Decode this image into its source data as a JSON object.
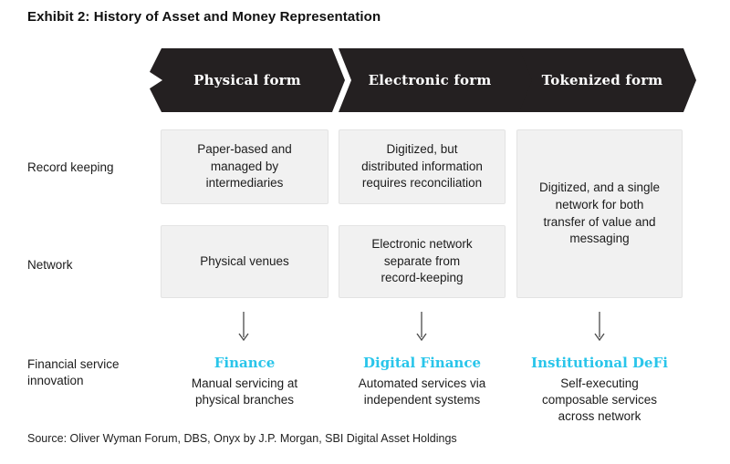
{
  "title": "Exhibit 2: History of Asset and Money Representation",
  "colors": {
    "chevron_dark": "#242021",
    "accent_cyan": "#29c5ea",
    "box_grey": "#f1f1f1"
  },
  "row_labels": {
    "record_keeping": "Record keeping",
    "network": "Network",
    "innovation": "Financial service innovation"
  },
  "stages": [
    {
      "header": "Physical form",
      "record_keeping": "Paper-based and\nmanaged by\nintermediaries",
      "network": "Physical venues",
      "innovation": {
        "title": "Finance",
        "description": "Manual servicing at\nphysical branches"
      }
    },
    {
      "header": "Electronic form",
      "record_keeping": "Digitized, but\ndistributed information\nrequires reconciliation",
      "network": "Electronic network\nseparate from\nrecord-keeping",
      "innovation": {
        "title": "Digital Finance",
        "description": "Automated services via\nindependent systems"
      }
    },
    {
      "header": "Tokenized form",
      "record_keeping_and_network": "Digitized, and a single\nnetwork for both\ntransfer of value and\nmessaging",
      "innovation": {
        "title": "Institutional DeFi",
        "description": "Self-executing\ncomposable services\nacross network"
      }
    }
  ],
  "source": "Source: Oliver Wyman Forum, DBS, Onyx by J.P. Morgan, SBI Digital Asset Holdings"
}
